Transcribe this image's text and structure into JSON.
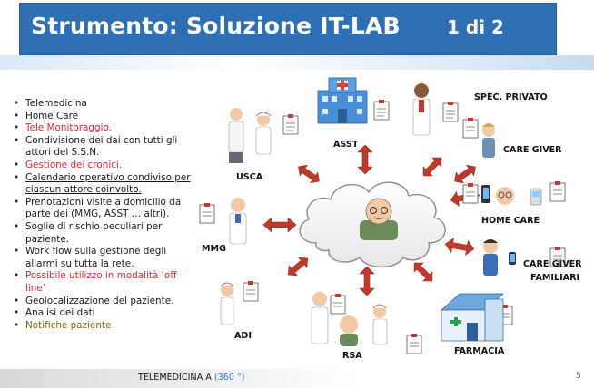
{
  "slide": {
    "title": "Strumento: Soluzione IT-LAB",
    "page_indicator": "1 di 2",
    "page_number": "5",
    "footer_prefix": "TELEMEDICINA A ",
    "footer_highlight": "(360 °)"
  },
  "bullets": [
    "Telemedicina",
    "Home Care",
    "Tele Monitoraggio.",
    "Condivisione dei dai con tutti gli attori del S.S.N.",
    "Gestione dei cronici.",
    "Calendario operativo condiviso per ciascun attore coinvolto.",
    "Prenotazioni visite a domicilio da parte dei (MMG, ASST … altri).",
    "Soglie di rischio peculiari per paziente.",
    "Work flow sulla gestione degli allarmi su tutta la rete.",
    "Possibile utilizzo in modalità ‘off line’",
    "Geolocalizzazione del paziente.",
    "Analisi dei dati",
    "Notifiche paziente"
  ],
  "diagram": {
    "labels": {
      "usca": "USCA",
      "asst": "ASST",
      "spec_privato": "SPEC. PRIVATO",
      "care_giver": "CARE GIVER",
      "home_care": "HOME CARE",
      "care_giver_familiari_1": "CARE GIVER",
      "care_giver_familiari_2": "FAMILIARI",
      "mmg": "MMG",
      "adi": "ADI",
      "rsa": "RSA",
      "farmacia": "FARMACIA"
    }
  },
  "colors": {
    "title_bg": "#2f6fb3",
    "arrow": "#c0392b",
    "highlight_red": "#e0262a",
    "footer_blue": "#2b7ad6"
  }
}
